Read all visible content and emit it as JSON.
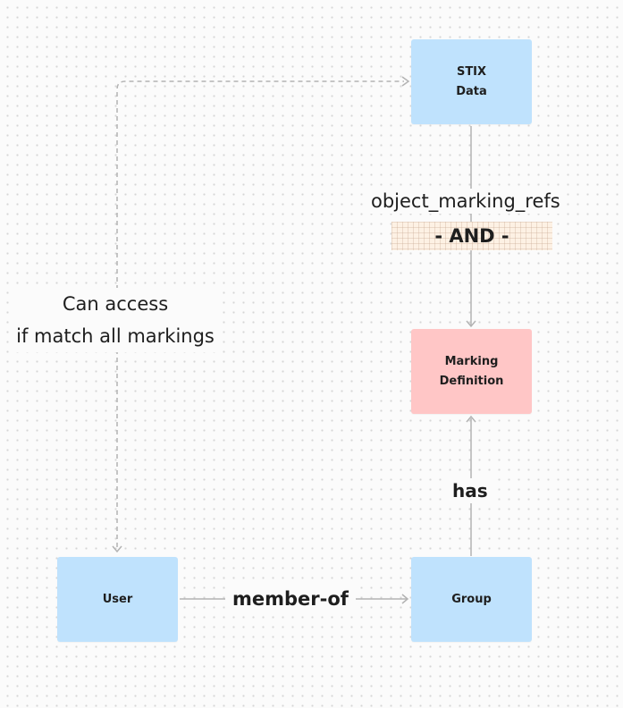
{
  "nodes": {
    "stix_data": {
      "line1": "STIX",
      "line2": "Data"
    },
    "marking_definition": {
      "label": "Marking Definition"
    },
    "user": {
      "label": "User"
    },
    "group": {
      "label": "Group"
    }
  },
  "edges": {
    "object_marking_refs": "object_marking_refs",
    "and_tag": "- AND -",
    "can_access_line1": "Can access",
    "can_access_line2": "if match all markings",
    "has": "has",
    "member_of": "member-of"
  },
  "colors": {
    "node_blue": "#bfe2fd",
    "node_red": "#ffc6c6",
    "connector": "#b3b3b3",
    "text": "#1e1e1e"
  }
}
